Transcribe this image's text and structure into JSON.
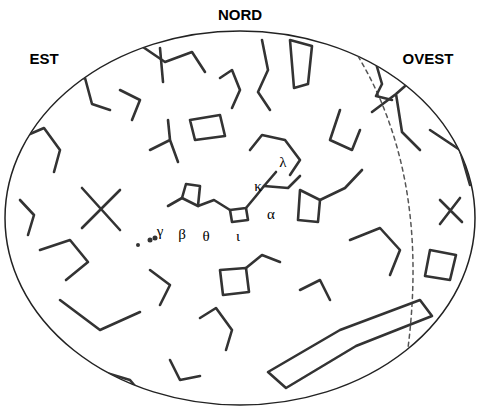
{
  "diagram": {
    "labels": [
      "NORD",
      "EST",
      "OVEST",
      "γ",
      "β",
      "θ",
      "ι",
      "α",
      "κ",
      "λ"
    ]
  }
}
